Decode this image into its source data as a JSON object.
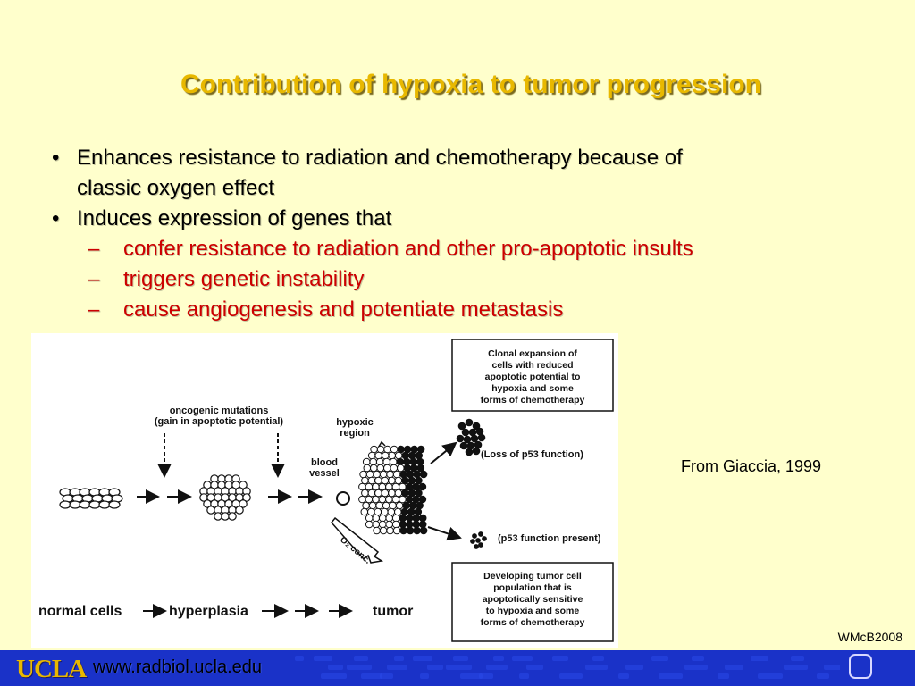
{
  "slide": {
    "title": "Contribution of hypoxia to tumor progression",
    "bullets": [
      {
        "dot": "•",
        "text": "Enhances resistance to radiation and chemotherapy because of"
      },
      {
        "text": "classic oxygen effect"
      },
      {
        "dot": "•",
        "text": "Induces expression of genes that"
      }
    ],
    "subbullets": [
      {
        "dash": "–",
        "text": "confer resistance to radiation and other pro-apoptotic insults"
      },
      {
        "dash": "–",
        "text": "triggers genetic instability"
      },
      {
        "dash": "–",
        "text": "cause angiogenesis and potentiate metastasis"
      }
    ]
  },
  "figure": {
    "mutations_line1": "oncogenic mutations",
    "mutations_line2": "(gain in apoptotic potential)",
    "hypoxic_line1": "hypoxic",
    "hypoxic_line2": "region",
    "blood_line1": "blood",
    "blood_line2": "vessel",
    "o2_label": "O₂ conc.",
    "clonal_box": [
      "Clonal expansion of",
      "cells with reduced",
      "apoptotic potential to",
      "hypoxia and some",
      "forms of chemotherapy"
    ],
    "loss_label": "(Loss of  p53 function)",
    "present_label": "(p53 function present)",
    "developing_box": [
      "Developing tumor cell",
      "population that is",
      "apoptotically sensitive",
      "to hypoxia and some",
      "forms of chemotherapy"
    ],
    "stage_normal": "normal cells",
    "stage_hyperplasia": "hyperplasia",
    "stage_tumor": "tumor"
  },
  "citation": "From Giaccia, 1999",
  "credit": "WMcB2008",
  "footer": {
    "logo_text": "UCLA",
    "url": "www.radbiol.ucla.edu",
    "bg_color": "#1a32c8",
    "title_color": "#e8b800",
    "subbullet_color": "#cc0000"
  }
}
